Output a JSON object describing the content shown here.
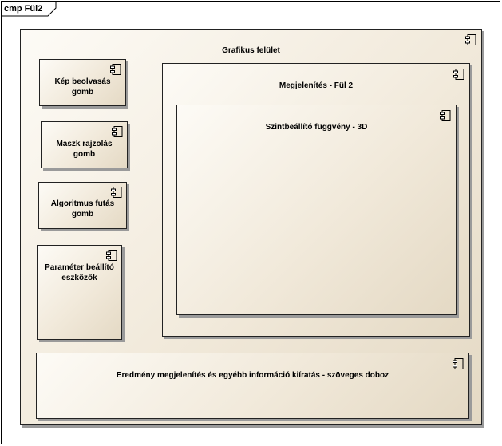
{
  "frame": {
    "title": "cmp Fül2"
  },
  "components": {
    "grafikus_felulet": {
      "label": "Grafikus felület"
    },
    "kep_beolvasas": {
      "line1": "Kép beolvasás",
      "line2": "gomb"
    },
    "maszk_rajzolas": {
      "line1": "Maszk rajzolás",
      "line2": "gomb"
    },
    "algoritmus_futas": {
      "line1": "Algoritmus futás",
      "line2": "gomb"
    },
    "parameter_beallito": {
      "line1": "Paraméter beállító",
      "line2": "eszközök"
    },
    "megjelenites_ful2": {
      "label": "Megjelenítés - Fül 2"
    },
    "szintbeallito": {
      "label": "Szintbeállító függvény - 3D"
    },
    "eredmeny_doboz": {
      "label": "Eredmény megjelenítés és egyébb információ kiíratás - szöveges doboz"
    }
  },
  "colors": {
    "component_fill": "#f1e9da",
    "border": "#000000",
    "shadow": "#9a9a9a"
  },
  "icons": {
    "component": "uml-component-icon"
  }
}
